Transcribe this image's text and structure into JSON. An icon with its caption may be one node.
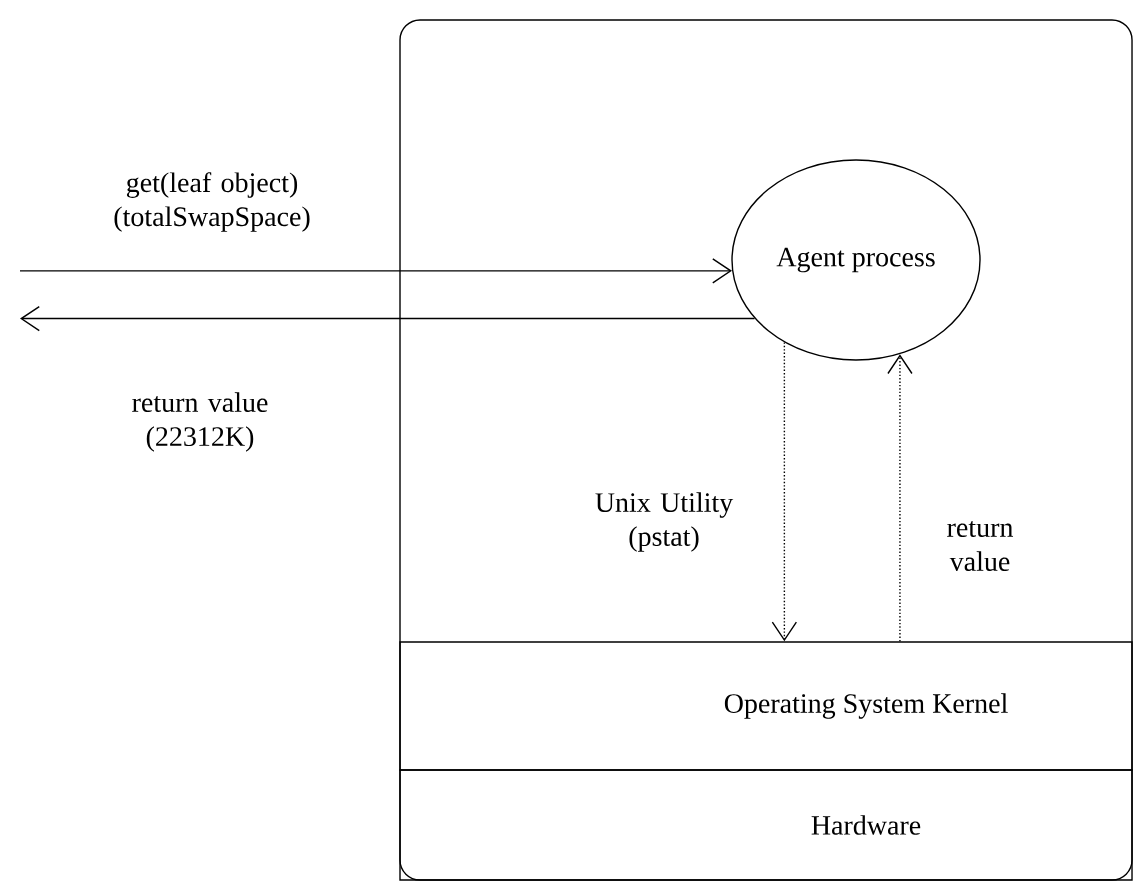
{
  "diagram": {
    "nodes": [
      {
        "text": [],
        "shape": "box"
      },
      {
        "text": [
          "Agent process"
        ],
        "in": 0
      },
      {
        "text": [
          "Operating System Kernel"
        ],
        "in": 0
      },
      {
        "text": [
          "Hardware"
        ],
        "in": 0
      }
    ],
    "edges": [
      {
        "from": null,
        "to": 1,
        "arrow": "to",
        "label": "get(leaf object) (totalSwapSpace)"
      },
      {
        "from": 1,
        "to": null,
        "arrow": "to",
        "label": "return value (22312K)"
      },
      {
        "from": 1,
        "to": 2,
        "arrow": "to",
        "style": "dashed",
        "label": "Unix Utility (pstat)"
      },
      {
        "from": 2,
        "to": 1,
        "arrow": "to",
        "style": "dashed",
        "label": "return value"
      }
    ]
  }
}
